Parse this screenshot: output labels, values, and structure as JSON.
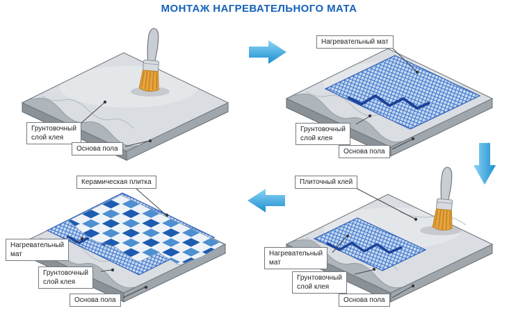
{
  "title": "МОНТАЖ НАГРЕВАТЕЛЬНОГО МАТА",
  "colors": {
    "title_blue": "#1561b8",
    "arrow_blue": "#3fa9dd",
    "mat_mesh_blue": "#3570cc",
    "tile_dark_blue": "#1d5cb0",
    "tile_medium_blue": "#4d8fd0",
    "slab_gray": "#aeb5bb",
    "primer_gray": "#dadde1",
    "bristle_orange": "#e8a33c"
  },
  "panels": {
    "step1": {
      "labels": {
        "primer": "Грунтовочный\nслой клея",
        "base": "Основа пола"
      }
    },
    "step2": {
      "labels": {
        "mat": "Нагревательный мат",
        "primer": "Грунтовочный\nслой клея",
        "base": "Основа пола"
      }
    },
    "step3": {
      "labels": {
        "glue": "Плиточный клей",
        "mat": "Нагревательный\nмат",
        "primer": "Грунтовочный\nслой клея",
        "base": "Основа пола"
      }
    },
    "step4": {
      "labels": {
        "ceramic": "Керамическая плитка",
        "mat": "Нагревательный\nмат",
        "primer": "Грунтовочный\nслой клея",
        "base": "Основа пола"
      }
    }
  }
}
